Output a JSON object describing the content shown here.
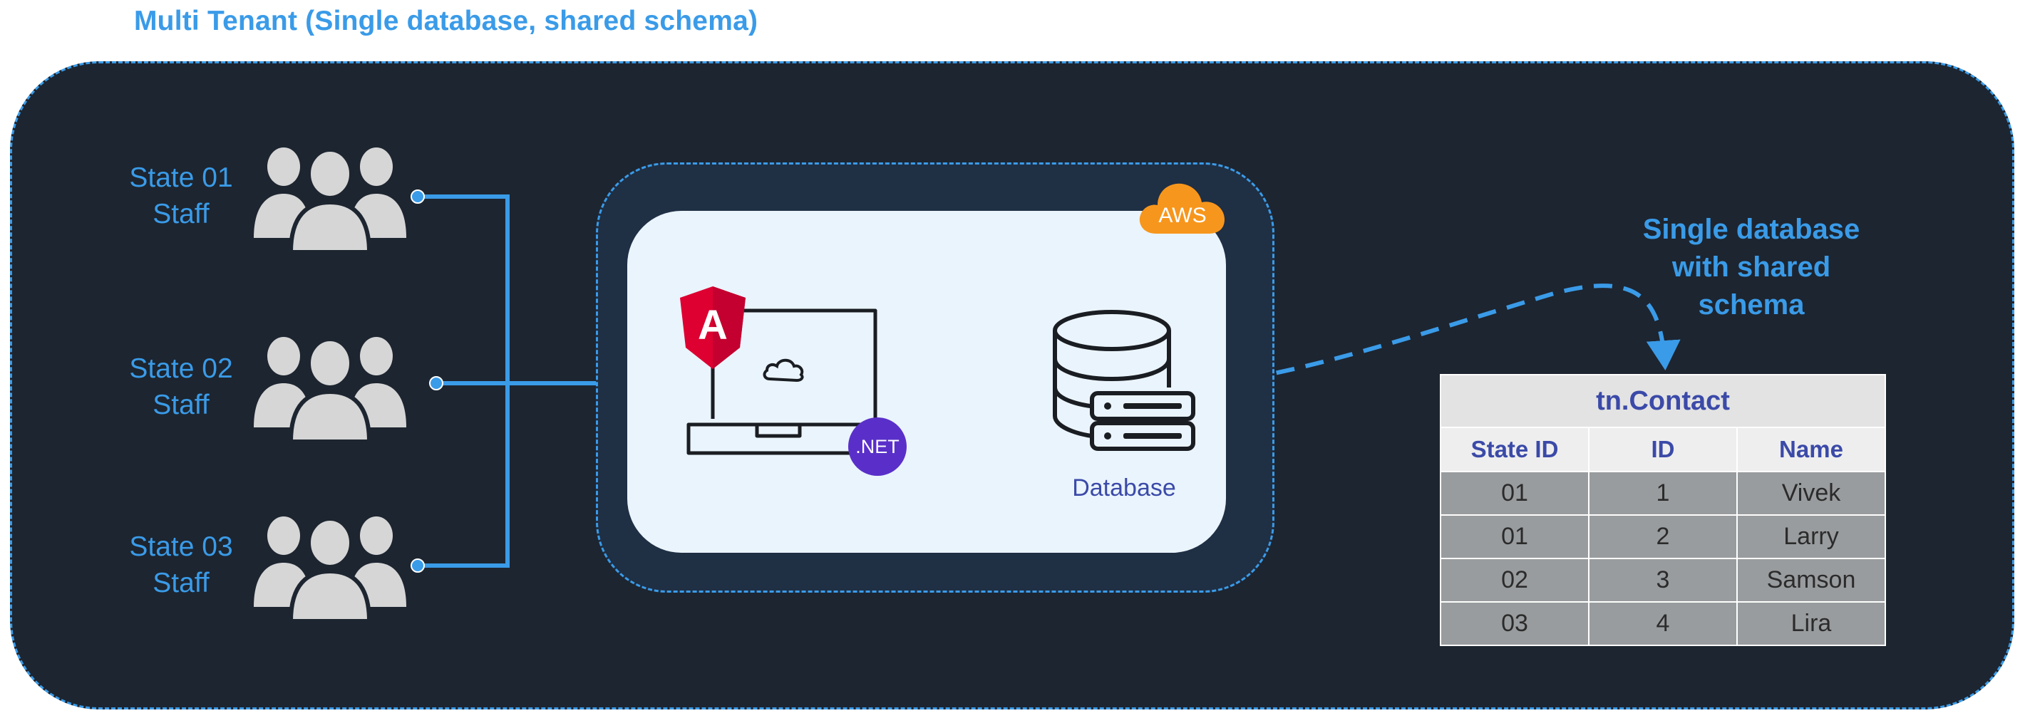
{
  "title": "Multi Tenant (Single database, shared schema)",
  "staff": [
    {
      "line1": "State 01",
      "line2": "Staff"
    },
    {
      "line1": "State 02",
      "line2": "Staff"
    },
    {
      "line1": "State 03",
      "line2": "Staff"
    }
  ],
  "aws": {
    "badge": "AWS"
  },
  "app": {
    "framework_logo": "A",
    "runtime_badge": ".NET"
  },
  "database": {
    "label": "Database"
  },
  "note": {
    "line1": "Single database",
    "line2": "with shared",
    "line3": "schema"
  },
  "table": {
    "name": "tn.Contact",
    "columns": [
      "State ID",
      "ID",
      "Name"
    ],
    "rows": [
      [
        "01",
        "1",
        "Vivek"
      ],
      [
        "01",
        "2",
        "Larry"
      ],
      [
        "02",
        "3",
        "Samson"
      ],
      [
        "03",
        "4",
        "Lira"
      ]
    ]
  },
  "colors": {
    "accent": "#3a9be8",
    "panel": "#1d2530",
    "angular": "#dd0031",
    "dotnet": "#5a2fc9",
    "aws": "#f7961c"
  }
}
